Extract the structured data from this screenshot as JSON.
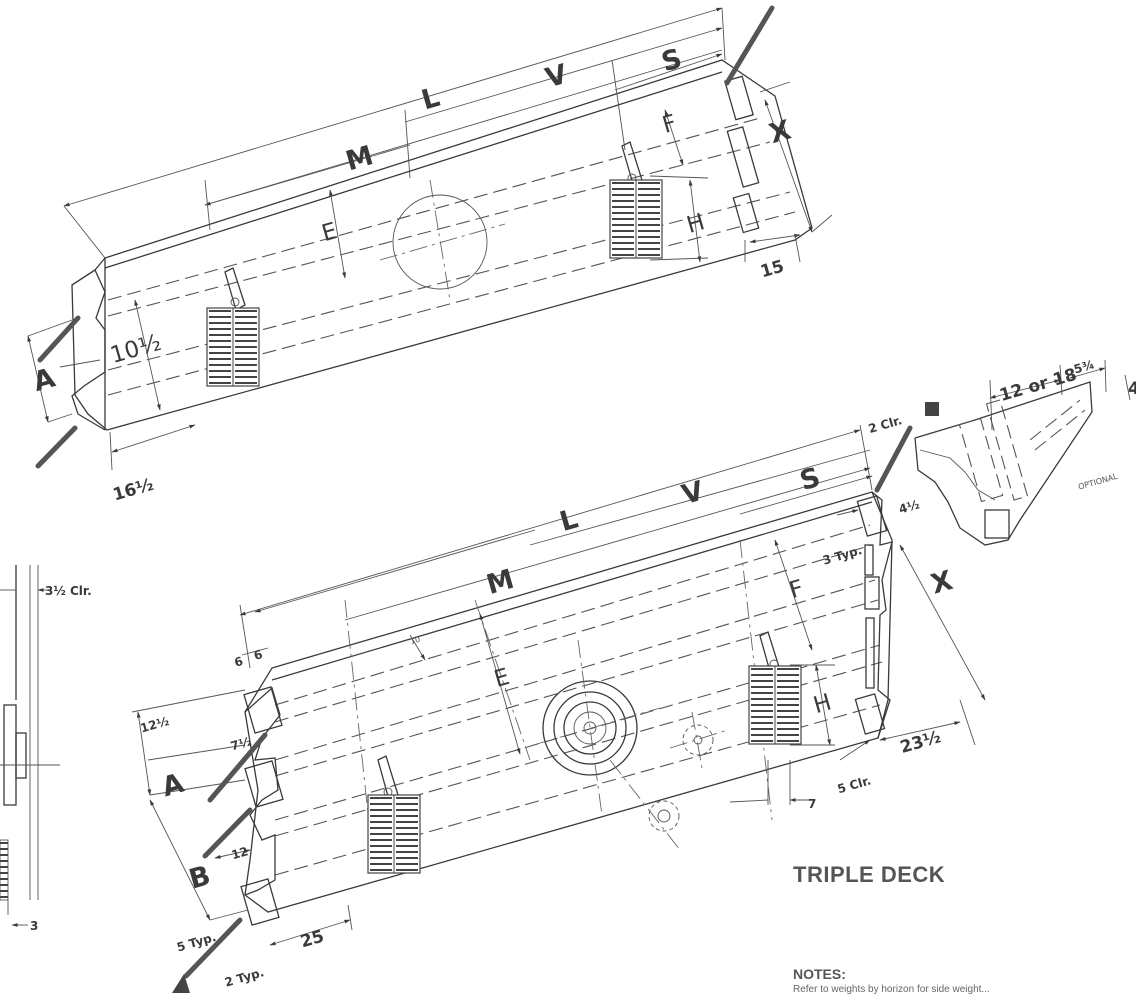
{
  "drawing": {
    "title": "TRIPLE DECK",
    "notes_heading": "NOTES:",
    "notes_text": "Refer to weights by horizon for side weight..."
  },
  "upper_view": {
    "dims": {
      "L": "L",
      "M": "M",
      "V": "V",
      "S": "S",
      "F": "F",
      "E": "E",
      "H": "H",
      "X": "X",
      "A": "A",
      "d15": "15",
      "d10half": "10½",
      "d16half": "16½"
    }
  },
  "lower_view": {
    "dims": {
      "L": "L",
      "M": "M",
      "V": "V",
      "S": "S",
      "F": "F",
      "E": "E",
      "H": "H",
      "X": "X",
      "A": "A",
      "B": "B",
      "d2clr": "2 Clr.",
      "d4half": "4½",
      "d3typ": "3 Typ.",
      "d6a": "6",
      "d6b": "6",
      "d10": "10",
      "d12half": "12½",
      "d7half": "7½",
      "d12": "12",
      "d5typ": "5 Typ.",
      "d2typ": "2 Typ.",
      "d25": "25",
      "d23half": "23½",
      "d5clr": "5 Clr.",
      "d7": "7"
    }
  },
  "side_view": {
    "dims": {
      "d3half_clr": "3½  Clr.",
      "d3": "3"
    }
  },
  "optional_detail": {
    "dims": {
      "d12or18": "12 or 18",
      "d5_3q": "5¾",
      "d4": "4",
      "optional": "OPTIONAL"
    }
  }
}
